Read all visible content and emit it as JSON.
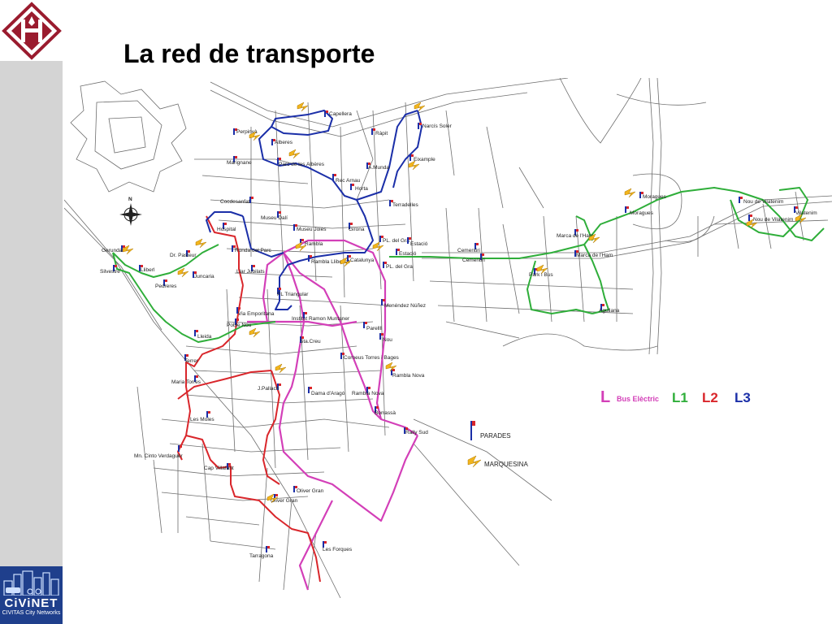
{
  "title": "La red de transporte",
  "brand": {
    "name": "CiViNET",
    "subtitle": "CIVITAS City Networks"
  },
  "compass": "N",
  "legend": {
    "bus_electric_letter": "L",
    "bus_electric_text": "Bus Elèctric",
    "l1": "L1",
    "l2": "L2",
    "l3": "L3",
    "stops": "PARADES",
    "shelter": "MARQUESINA"
  },
  "colors": {
    "bus_electric": "#d33fb8",
    "l1": "#2fae3a",
    "l2": "#d9262b",
    "l3": "#1b2fa8",
    "sidebar": "#d4d4d4",
    "brand_bg": "#1f3f8c",
    "shelter": "#f2b51d"
  },
  "stops": [
    {
      "id": "capellera",
      "label": "Capellera"
    },
    {
      "id": "narcis-soler",
      "label": "Narcís Soler"
    },
    {
      "id": "perpinya",
      "label": "Perpinyà"
    },
    {
      "id": "alberes",
      "label": "Alberes"
    },
    {
      "id": "rapit",
      "label": "Ràpit"
    },
    {
      "id": "marignane",
      "label": "Marignane"
    },
    {
      "id": "parc-alberes",
      "label": "Parc de les Albères"
    },
    {
      "id": "eixample",
      "label": "Eixample"
    },
    {
      "id": "a-munda",
      "label": "A.Munda"
    },
    {
      "id": "rec-arnau",
      "label": "Rec Arnau"
    },
    {
      "id": "horta",
      "label": "Horta"
    },
    {
      "id": "cocdesanfat",
      "label": "Cocdesanfat"
    },
    {
      "id": "terradelles",
      "label": "Terradelles"
    },
    {
      "id": "moragues-top",
      "label": "Moragues"
    },
    {
      "id": "moragues",
      "label": "Moragues"
    },
    {
      "id": "museu-dali",
      "label": "Museu Dalí"
    },
    {
      "id": "hospital",
      "label": "Hospital"
    },
    {
      "id": "nou-vilatenim",
      "label": "Nou de Vilatenim"
    },
    {
      "id": "vilatenim",
      "label": "Vilatenim"
    },
    {
      "id": "nou-vilatenim-2",
      "label": "Nou de Vilatenim"
    },
    {
      "id": "museu-joies",
      "label": "Museu Joies"
    },
    {
      "id": "girona",
      "label": "Girona"
    },
    {
      "id": "rambla",
      "label": "Rambla"
    },
    {
      "id": "pl-gra",
      "label": "PL. del Gra"
    },
    {
      "id": "estacio",
      "label": "Estació"
    },
    {
      "id": "cementiri",
      "label": "Cementiri"
    },
    {
      "id": "marca-ham",
      "label": "Marca de l'Ham"
    },
    {
      "id": "gerunda",
      "label": "Gerunda"
    },
    {
      "id": "dr-pasteur",
      "label": "Dr. Pasteur"
    },
    {
      "id": "ronda-parc",
      "label": "Ronda del Parc"
    },
    {
      "id": "rambla-llibertat",
      "label": "Rambla Llibertat"
    },
    {
      "id": "catalunya",
      "label": "Catalunya"
    },
    {
      "id": "estacio-2",
      "label": "Estació"
    },
    {
      "id": "cementiri-2",
      "label": "Cementiri"
    },
    {
      "id": "silvestre",
      "label": "Silvestre"
    },
    {
      "id": "lliberl",
      "label": "Lliberl"
    },
    {
      "id": "juncaria",
      "label": "Juncaria"
    },
    {
      "id": "llar-jubilats",
      "label": "Llar Jubilats"
    },
    {
      "id": "pl-gra-2",
      "label": "PL. del Gra"
    },
    {
      "id": "park-bus",
      "label": "Park i Bus"
    },
    {
      "id": "marca-ham-2",
      "label": "Marca de l'Ham"
    },
    {
      "id": "pedreres",
      "label": "Pedreres"
    },
    {
      "id": "pl-triangular",
      "label": "PL Triangular"
    },
    {
      "id": "menendez-nunez",
      "label": "Menéndez Núñez"
    },
    {
      "id": "agullana",
      "label": "Agullana"
    },
    {
      "id": "via-emporitana",
      "label": "Via Emporitana"
    },
    {
      "id": "poble-nou",
      "label": "Poble Nou"
    },
    {
      "id": "institut-muntaner",
      "label": "Institut Ramon Muntaner"
    },
    {
      "id": "parellll",
      "label": "Parellll"
    },
    {
      "id": "lleida",
      "label": "Lleida"
    },
    {
      "id": "sta-creu",
      "label": "Sta.Creu"
    },
    {
      "id": "nou",
      "label": "Nou"
    },
    {
      "id": "corneus-bages",
      "label": "Corneus Torres i Bages"
    },
    {
      "id": "terrer",
      "label": "Terrer"
    },
    {
      "id": "rambla-nova",
      "label": "Rambla Nova"
    },
    {
      "id": "maria-torres",
      "label": "Maria Torres"
    },
    {
      "id": "j-pallach",
      "label": "J.Pallach"
    },
    {
      "id": "dama-arago",
      "label": "Dama d'Aragó"
    },
    {
      "id": "rambla-nova-2",
      "label": "Rambla Nova"
    },
    {
      "id": "borrassa",
      "label": "Borrassà"
    },
    {
      "id": "les-moles",
      "label": "Les Moles"
    },
    {
      "id": "rally-sud",
      "label": "Rally Sud"
    },
    {
      "id": "mn-verdaguer",
      "label": "Mn. Cinto Verdaguer"
    },
    {
      "id": "cap-villafant",
      "label": "Cap Villafant"
    },
    {
      "id": "oliver-gran",
      "label": "Oliver Gran"
    },
    {
      "id": "oliver-gran-2",
      "label": "Oliver Gran"
    },
    {
      "id": "tarragona",
      "label": "Tarragona"
    },
    {
      "id": "les-forques",
      "label": "Les Forques"
    }
  ]
}
